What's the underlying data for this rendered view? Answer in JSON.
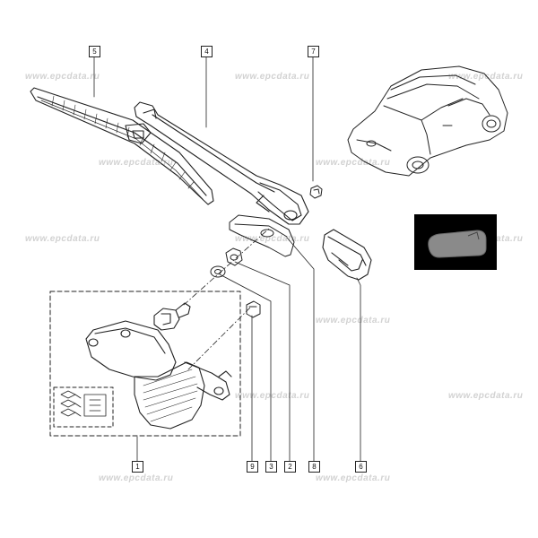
{
  "watermark": {
    "text": "www.epcdata.ru"
  },
  "callouts": {
    "c1": "1",
    "c2": "2",
    "c3": "3",
    "c4": "4",
    "c5": "5",
    "c6": "6",
    "c7": "7",
    "c8": "8",
    "c9": "9"
  },
  "colors": {
    "line": "#222222",
    "watermark": "#d2d2d2",
    "thumb_bg": "#000000",
    "thumb_part": "#8a8a8a"
  },
  "icons": {
    "car": "car-illustration",
    "motor": "wiper-motor-illustration",
    "arm": "wiper-arm-illustration",
    "blade": "wiper-blade-illustration",
    "cap": "arm-cover-cap-illustration"
  }
}
